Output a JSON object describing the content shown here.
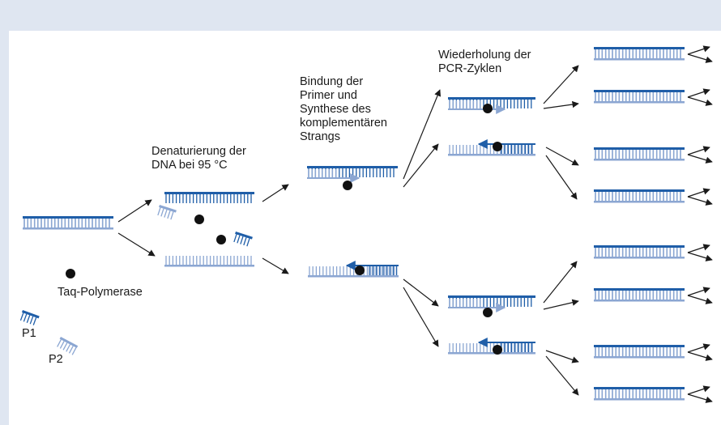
{
  "labels": {
    "denaturation": "Denaturierung der\nDNA bei 95 °C",
    "binding": "Bindung der\nPrimer und\nSynthese des\nkomplementären\nStrangs",
    "repetition": "Wiederholung der\nPCR-Zyklen",
    "taq": "Taq-Polymerase",
    "p1": "P1",
    "p2": "P2"
  },
  "colors": {
    "background": "#dfe6f1",
    "panel": "#ffffff",
    "strand_dark": "#1f5ea8",
    "strand_light": "#8ba6d2",
    "polymerase": "#111111",
    "arrow": "#1a1a1a"
  }
}
